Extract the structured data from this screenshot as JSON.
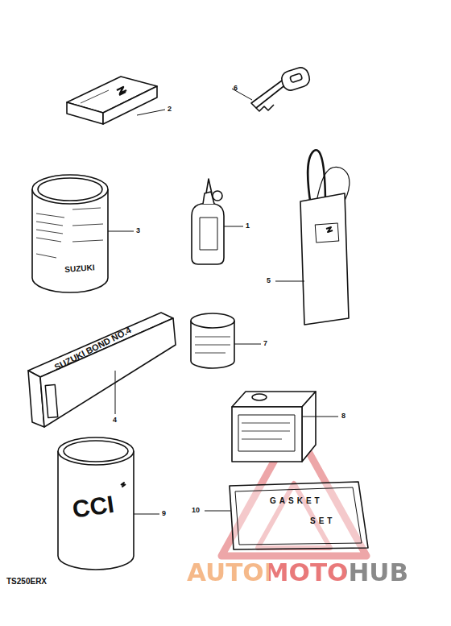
{
  "diagram": {
    "labels": [
      "6",
      "2",
      "3",
      "1",
      "5",
      "7",
      "4",
      "8",
      "9",
      "10",
      "SUZUKI",
      "SUZUKI BOND NO.4",
      "CCI",
      "GASKET",
      "SET",
      "TS250ERX",
      "AUTOMOTOHUB"
    ]
  }
}
